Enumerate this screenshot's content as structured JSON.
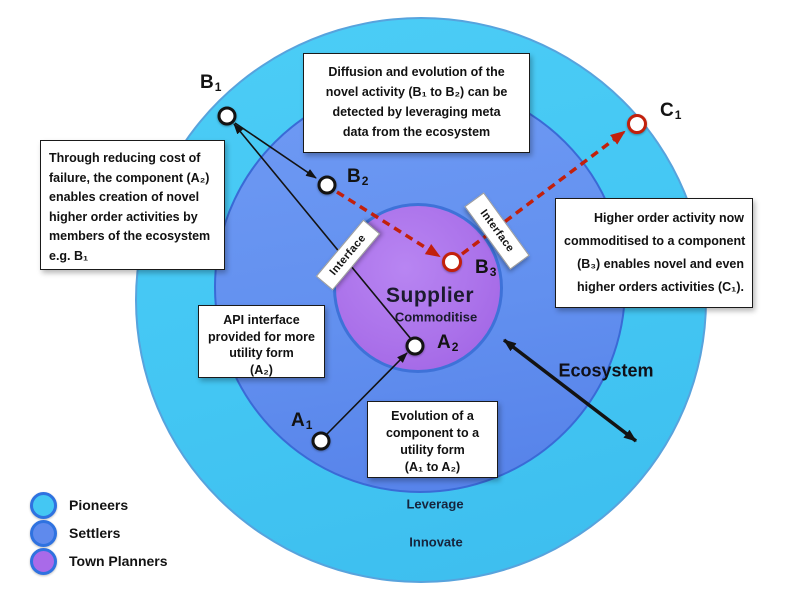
{
  "rings": {
    "supplier": "Supplier",
    "commoditise": "Commoditise",
    "ecosystem": "Ecosystem",
    "leverage": "Leverage",
    "innovate": "Innovate"
  },
  "interface_labels": {
    "left": "Interface",
    "right": "Interface"
  },
  "points": {
    "b1": {
      "letter": "B",
      "sub": "1"
    },
    "b2": {
      "letter": "B",
      "sub": "2"
    },
    "b3": {
      "letter": "B",
      "sub": "3"
    },
    "a1": {
      "letter": "A",
      "sub": "1"
    },
    "a2": {
      "letter": "A",
      "sub": "2"
    },
    "c1": {
      "letter": "C",
      "sub": "1"
    }
  },
  "boxes": {
    "top": {
      "lines": [
        "Diffusion and evolution of the",
        "novel activity (B₁ to B₂) can be",
        "detected by leveraging meta",
        "data from the ecosystem"
      ]
    },
    "left": {
      "lines": [
        "Through reducing cost of",
        "failure, the component (A₂)",
        "enables creation of novel",
        "higher order activities by",
        "members of the ecosystem",
        "e.g. B₁"
      ]
    },
    "right": {
      "lines": [
        "Higher order activity now",
        "commoditised to a component",
        "(B₃) enables novel and even",
        "higher orders activities (C₁)."
      ]
    },
    "api": {
      "lines": [
        "API interface",
        "provided for more",
        "utility form",
        "(A₂)"
      ]
    },
    "evolution": {
      "lines": [
        "Evolution of a",
        "component to a",
        "utility form",
        "(A₁ to A₂)"
      ]
    }
  },
  "legend": {
    "items": [
      {
        "label": "Pioneers",
        "color": "#44c7f3"
      },
      {
        "label": "Settlers",
        "color": "#5f8aed"
      },
      {
        "label": "Town Planners",
        "color": "#a96ae9"
      }
    ]
  },
  "colors": {
    "outer_ring": "#44c7f3",
    "middle_ring": "#5f8aed",
    "inner_circle": "#a96ae9",
    "ring_border": "#3a6ad6",
    "legend_swatch_border": "#2f72e0",
    "red_arrow": "#c2200c",
    "black_arrow": "#131313"
  }
}
